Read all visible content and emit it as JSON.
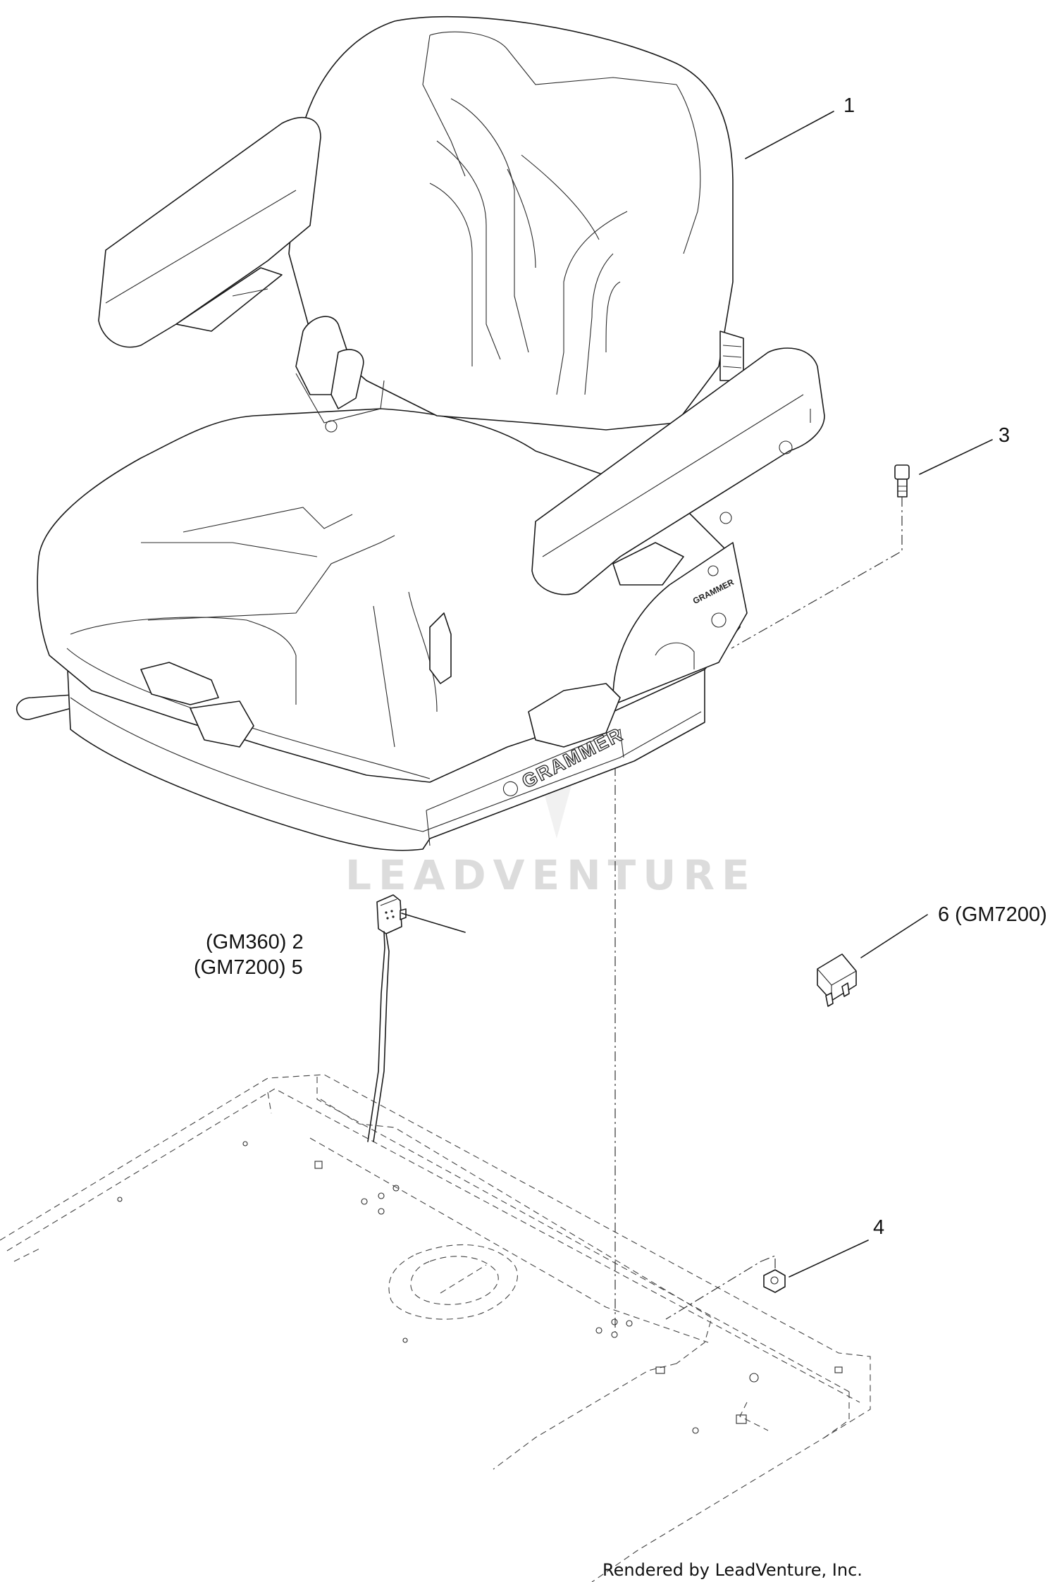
{
  "callouts": {
    "c1": "1",
    "c3": "3",
    "c2": "(GM360)  2",
    "c5": "(GM7200)  5",
    "c6": "6 (GM7200)",
    "c4": "4"
  },
  "brand": {
    "side_logo": "GRAMMER",
    "small_logo": "GRAMMER"
  },
  "watermark": "LEADVENTURE",
  "footer": "Rendered by LeadVenture, Inc."
}
